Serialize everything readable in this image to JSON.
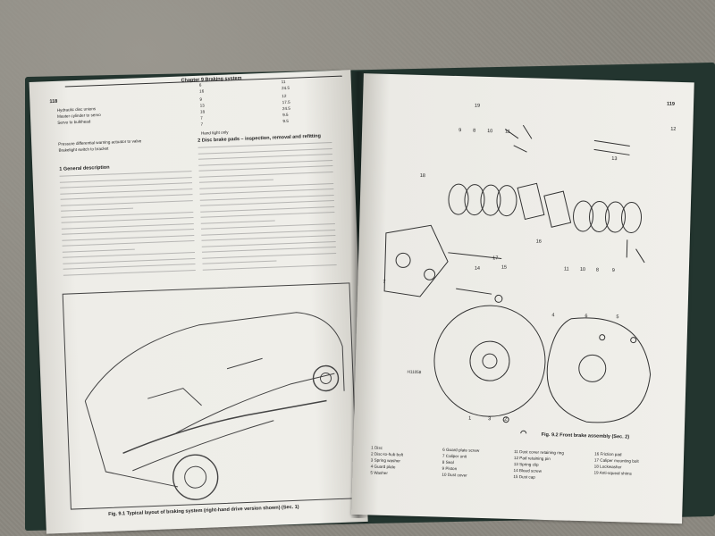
{
  "left_page": {
    "page_number": "118",
    "chapter_header": "Chapter 9 Braking system",
    "spec_lines": [
      "Hydraulic disc unions",
      "Master cylinder to servo",
      "Servo to bulkhead",
      "Pressure differential warning actuator to valve",
      "Brakelight switch to bracket"
    ],
    "spec_values": [
      "6",
      "16",
      "9",
      "13",
      "18",
      "7",
      "7",
      "11",
      "24.5",
      "12",
      "17.5",
      "24.5",
      "9.5",
      "9.5"
    ],
    "spec_note": "Hand tight only",
    "section1_title": "1 General description",
    "section2_title": "2 Disc brake pads – inspection, removal and refitting",
    "figure_caption": "Fig. 9.1 Typical layout of braking system (right-hand drive version shown) (Sec. 1)"
  },
  "right_page": {
    "page_number": "119",
    "figure_code": "H11058",
    "callouts_top": [
      "19",
      "12",
      "13",
      "9",
      "8",
      "10",
      "11",
      "18",
      "17",
      "14",
      "15",
      "16",
      "7",
      "11",
      "10",
      "8",
      "9",
      "4",
      "6",
      "5",
      "3",
      "1",
      "2"
    ],
    "figure_caption": "Fig. 9.2 Front brake assembly (Sec. 2)",
    "legend": [
      "1 Disc",
      "2 Disc-to-hub bolt",
      "3 Spring washer",
      "4 Guard plate",
      "5 Washer",
      "6 Guard plate screw",
      "7 Caliper unit",
      "8 Seal",
      "9 Piston",
      "10 Dust cover",
      "11 Dust cover retaining ring",
      "12 Pad retaining pin",
      "13 Spring clip",
      "14 Bleed screw",
      "15 Dust cap",
      "16 Friction pad",
      "17 Caliper mounting bolt",
      "18 Lockwasher",
      "19 Anti-squeal shims"
    ]
  }
}
